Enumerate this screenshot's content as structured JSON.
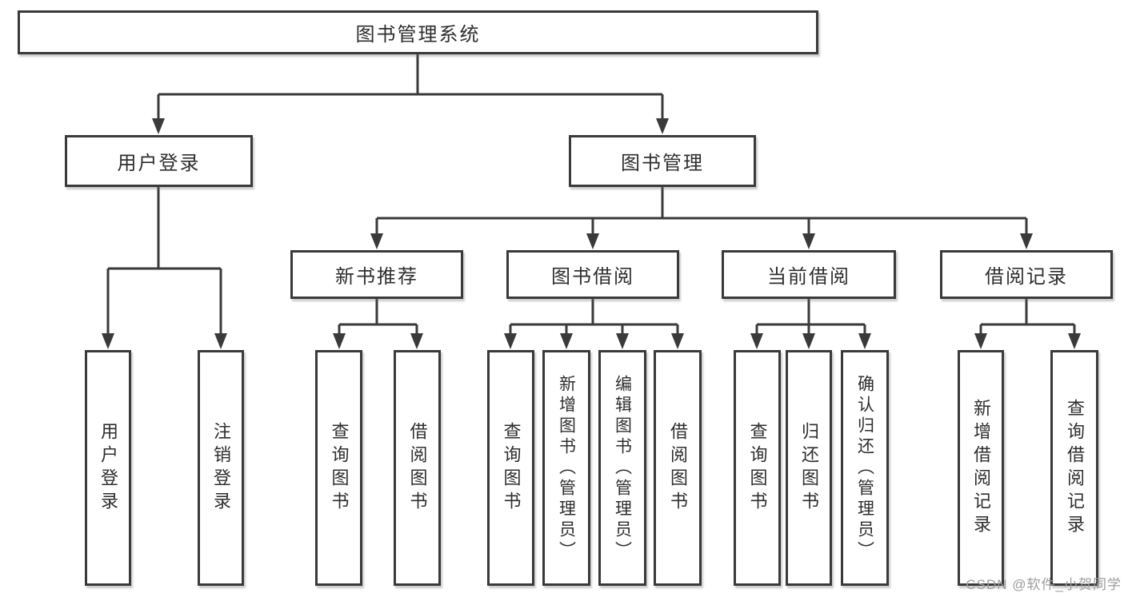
{
  "diagram": {
    "root": {
      "label": "图书管理系统"
    },
    "branches": [
      {
        "label": "用户登录",
        "children": [
          {
            "label": "用户登录"
          },
          {
            "label": "注销登录"
          }
        ]
      },
      {
        "label": "图书管理",
        "children": [
          {
            "label": "新书推荐",
            "children": [
              {
                "label": "查询图书"
              },
              {
                "label": "借阅图书"
              }
            ]
          },
          {
            "label": "图书借阅",
            "children": [
              {
                "label": "查询图书"
              },
              {
                "label": "新增图书（管理员）"
              },
              {
                "label": "编辑图书（管理员）"
              },
              {
                "label": "借阅图书"
              }
            ]
          },
          {
            "label": "当前借阅",
            "children": [
              {
                "label": "查询图书"
              },
              {
                "label": "归还图书"
              },
              {
                "label": "确认归还（管理员）"
              }
            ]
          },
          {
            "label": "借阅记录",
            "children": [
              {
                "label": "新增借阅记录"
              },
              {
                "label": "查询借阅记录"
              }
            ]
          }
        ]
      }
    ],
    "watermark": "CSDN @软件_小贺同学",
    "colors": {
      "line": "#3a3a3a",
      "text": "#2e2e2e",
      "watermark": "#9d9d9d",
      "background": "#ffffff"
    }
  }
}
